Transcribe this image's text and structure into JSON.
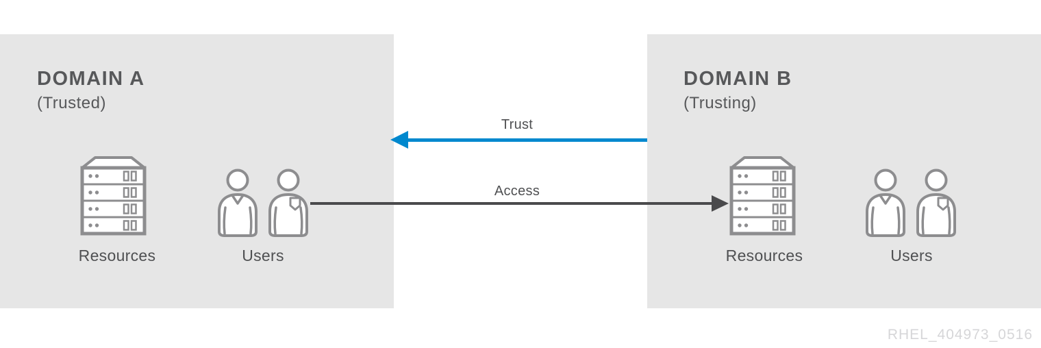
{
  "diagram": {
    "domain_a": {
      "title": "DOMAIN A",
      "subtitle": "(Trusted)",
      "resources_label": "Resources",
      "users_label": "Users"
    },
    "domain_b": {
      "title": "DOMAIN B",
      "subtitle": "(Trusting)",
      "resources_label": "Resources",
      "users_label": "Users"
    },
    "arrows": {
      "trust": {
        "label": "Trust",
        "color": "#0088ce",
        "direction": "left",
        "from": "Domain B",
        "to": "Domain A"
      },
      "access": {
        "label": "Access",
        "color": "#4a4a4c",
        "direction": "right",
        "from": "Domain A users",
        "to": "Domain B resources"
      }
    },
    "watermark": "RHEL_404973_0516",
    "colors": {
      "panel_bg": "#e6e6e6",
      "icon_stroke": "#8d8d8f",
      "heading_text": "#57585a",
      "label_text": "#4f5052",
      "watermark_text": "#d6d6d8"
    }
  }
}
